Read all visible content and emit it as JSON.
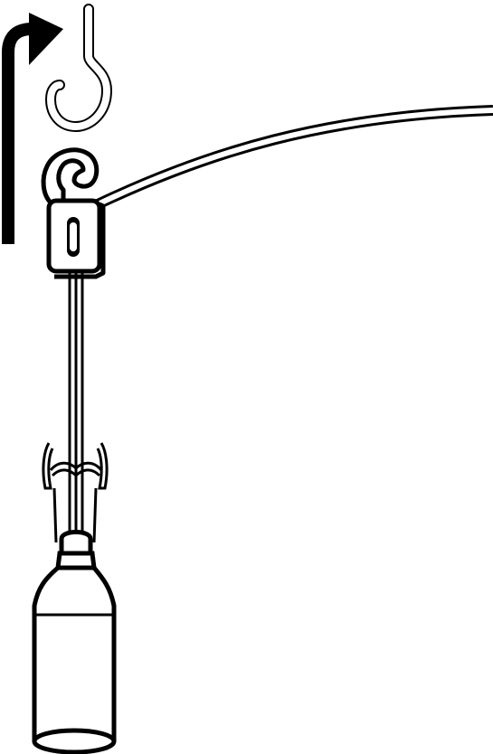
{
  "diagram": {
    "kind": "assembly-instruction",
    "parts": [
      {
        "id": "ceiling-hook",
        "icon": "ceiling-hook-icon"
      },
      {
        "id": "hanger-clip",
        "icon": "hanger-clip-icon"
      },
      {
        "id": "suspension-rod",
        "icon": "rod-icon"
      },
      {
        "id": "spring-clip",
        "icon": "spring-clip-icon"
      },
      {
        "id": "bottle",
        "icon": "bottle-icon"
      },
      {
        "id": "tube",
        "icon": "tube-icon"
      }
    ],
    "arrow": {
      "icon": "curved-arrow-icon",
      "direction": "up-then-right"
    },
    "colors": {
      "stroke": "#000000",
      "fill": "#ffffff",
      "ghost_stroke": "#000000"
    }
  }
}
